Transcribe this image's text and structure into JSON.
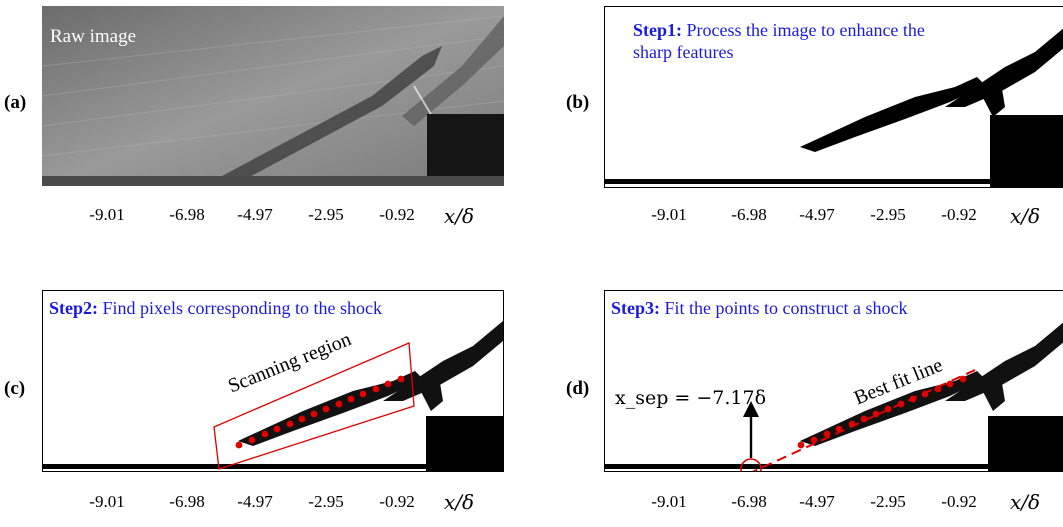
{
  "panels": {
    "a": {
      "label": "(a)",
      "annotation": "Raw image"
    },
    "b": {
      "label": "(b)",
      "step": "Step1:",
      "text_line1": "Process the image to enhance the",
      "text_line2": "sharp features"
    },
    "c": {
      "label": "(c)",
      "step": "Step2:",
      "text": "Find pixels corresponding to the shock",
      "region_label": "Scanning region"
    },
    "d": {
      "label": "(d)",
      "step": "Step3:",
      "text": "Fit the points to construct a shock",
      "fit_label": "Best fit line",
      "sep_label": "x_sep = −7.17δ"
    }
  },
  "axis": {
    "ticks": [
      "-9.01",
      "-6.98",
      "-4.97",
      "-2.95",
      "-0.92"
    ],
    "xlabel": "x/δ"
  },
  "colors": {
    "title_blue": "#1a1adb",
    "marker_red": "#e00000",
    "region_red": "#e00000"
  },
  "icons": [
    "up-arrow-icon",
    "circle-marker-icon"
  ]
}
